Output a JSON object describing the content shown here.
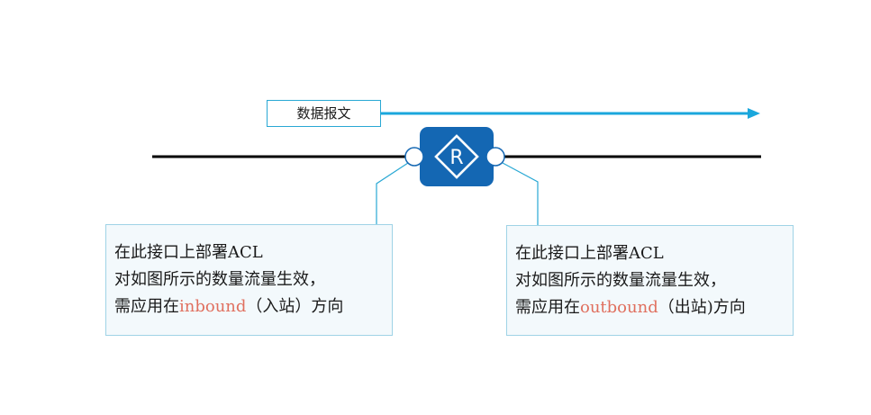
{
  "packet": {
    "label": "数据报文"
  },
  "router": {
    "letter": "R"
  },
  "inbound": {
    "line1": "在此接口上部署ACL",
    "line2": "对如图所示的数量流量生效，",
    "line3_prefix": "需应用在",
    "line3_keyword": "inbound",
    "line3_suffix": "（入站）方向"
  },
  "outbound": {
    "line1": "在此接口上部署ACL",
    "line2": "对如图所示的数量流量生效，",
    "line3_prefix": "需应用在",
    "line3_keyword": "outbound",
    "line3_suffix": "（出站)方向"
  },
  "colors": {
    "arrow": "#1aa7dc",
    "router_fill": "#1467b3",
    "connector": "#29a8d4",
    "keyword": "#e0705f",
    "link_line": "#000000"
  }
}
